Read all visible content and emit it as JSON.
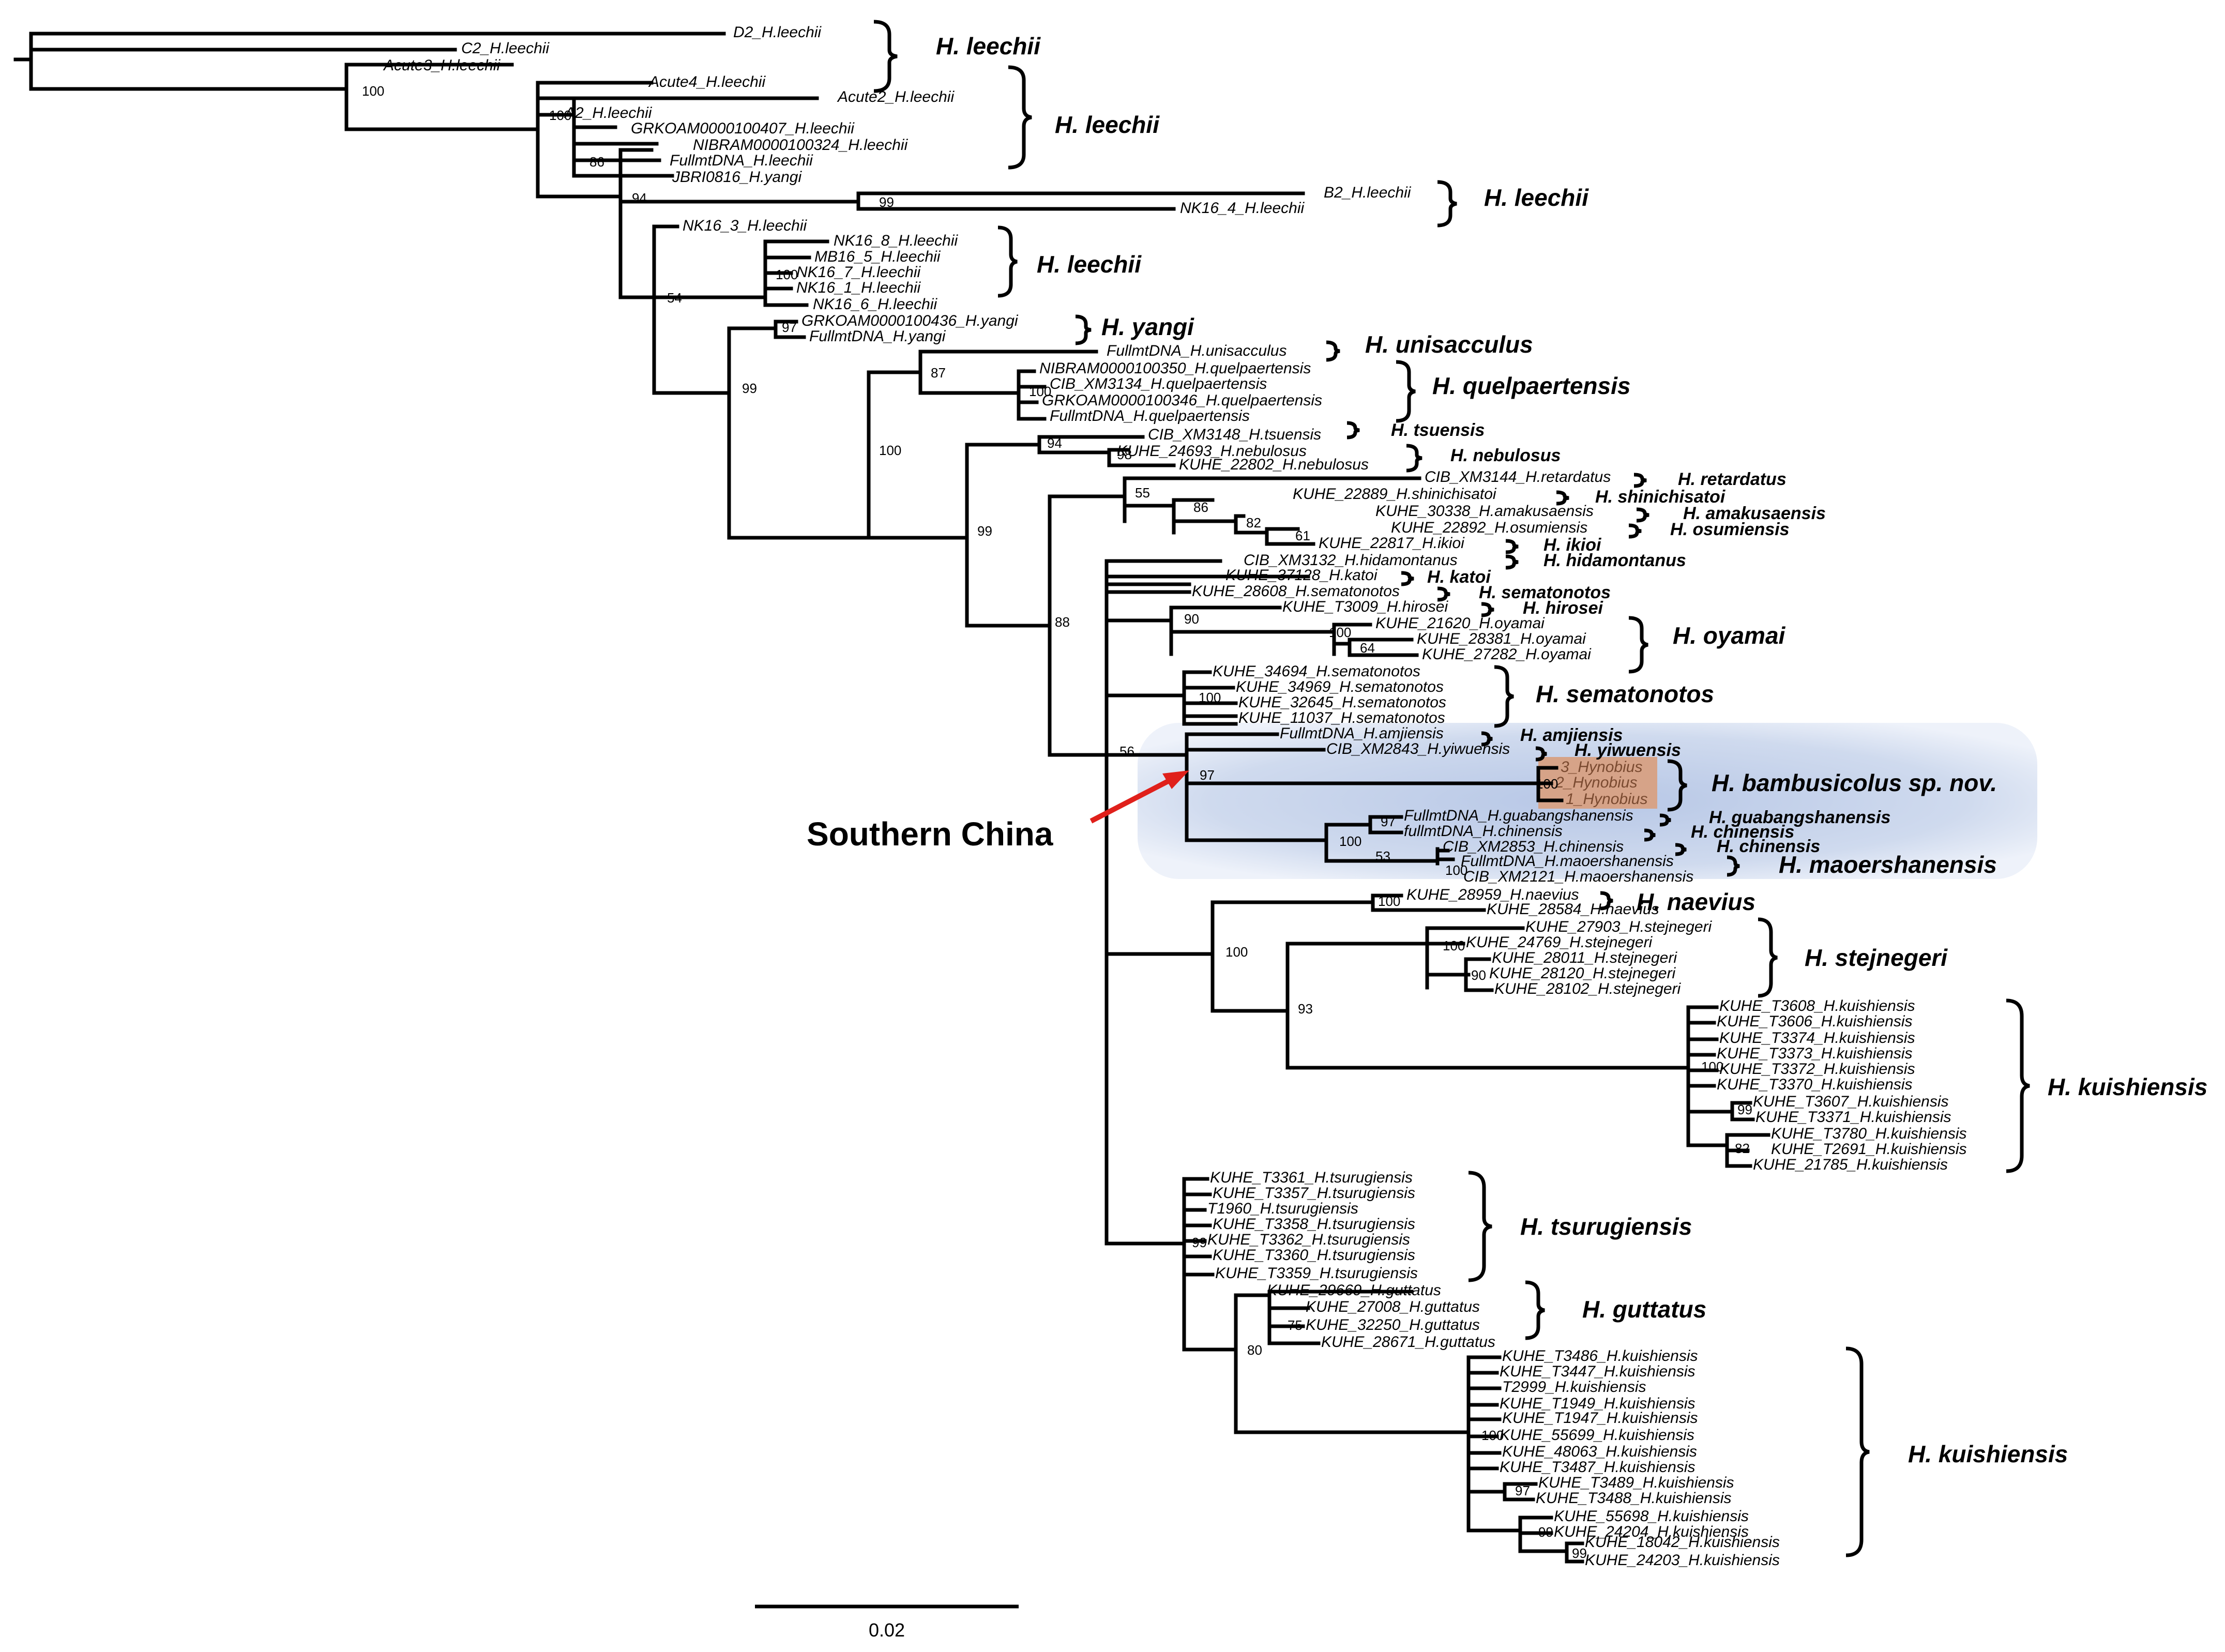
{
  "tips": [
    "D2_H.leechii",
    "C2_H.leechii",
    "Acute3_H.leechii",
    "Acute4_H.leechii",
    "Acute2_H.leechii",
    "A2_H.leechii",
    "GRKOAM0000100407_H.leechii",
    "NIBRAM0000100324_H.leechii",
    "FullmtDNA_H.leechii",
    "JBRI0816_H.yangi",
    "B2_H.leechii",
    "NK16_4_H.leechii",
    "NK16_3_H.leechii",
    "NK16_8_H.leechii",
    "MB16_5_H.leechii",
    "NK16_7_H.leechii",
    "NK16_1_H.leechii",
    "NK16_6_H.leechii",
    "GRKOAM0000100436_H.yangi",
    "FullmtDNA_H.yangi",
    "FullmtDNA_H.unisacculus",
    "NIBRAM0000100350_H.quelpaertensis",
    "CIB_XM3134_H.quelpaertensis",
    "GRKOAM0000100346_H.quelpaertensis",
    "FullmtDNA_H.quelpaertensis",
    "CIB_XM3148_H.tsuensis",
    "KUHE_24693_H.nebulosus",
    "KUHE_22802_H.nebulosus",
    "CIB_XM3144_H.retardatus",
    "KUHE_22889_H.shinichisatoi",
    "KUHE_30338_H.amakusaensis",
    "KUHE_22892_H.osumiensis",
    "KUHE_22817_H.ikioi",
    "CIB_XM3132_H.hidamontanus",
    "KUHE_37128_H.katoi",
    "KUHE_28608_H.sematonotos",
    "KUHE_T3009_H.hirosei",
    "KUHE_21620_H.oyamai",
    "KUHE_28381_H.oyamai",
    "KUHE_27282_H.oyamai",
    "KUHE_34694_H.sematonotos",
    "KUHE_34969_H.sematonotos",
    "KUHE_32645_H.sematonotos",
    "KUHE_11037_H.sematonotos",
    "FullmtDNA_H.amjiensis",
    "CIB_XM2843_H.yiwuensis",
    "3_Hynobius",
    "2_Hynobius",
    "1_Hynobius",
    "FullmtDNA_H.guabangshanensis",
    "fullmtDNA_H.chinensis",
    "CIB_XM2853_H.chinensis",
    "FullmtDNA_H.maoershanensis",
    "CIB_XM2121_H.maoershanensis",
    "KUHE_28959_H.naevius",
    "KUHE_28584_H.naevius",
    "KUHE_27903_H.stejnegeri",
    "KUHE_24769_H.stejnegeri",
    "KUHE_28011_H.stejnegeri",
    "KUHE_28120_H.stejnegeri",
    "KUHE_28102_H.stejnegeri",
    "KUHE_T3608_H.kuishiensis",
    "KUHE_T3606_H.kuishiensis",
    "KUHE_T3374_H.kuishiensis",
    "KUHE_T3373_H.kuishiensis",
    "KUHE_T3372_H.kuishiensis",
    "KUHE_T3370_H.kuishiensis",
    "KUHE_T3607_H.kuishiensis",
    "KUHE_T3371_H.kuishiensis",
    "KUHE_T3780_H.kuishiensis",
    "KUHE_T2691_H.kuishiensis",
    "KUHE_21785_H.kuishiensis",
    "KUHE_T3361_H.tsurugiensis",
    "KUHE_T3357_H.tsurugiensis",
    "T1960_H.tsurugiensis",
    "KUHE_T3358_H.tsurugiensis",
    "KUHE_T3362_H.tsurugiensis",
    "KUHE_T3360_H.tsurugiensis",
    "KUHE_T3359_H.tsurugiensis",
    "KUHE_29669_H.guttatus",
    "KUHE_27008_H.guttatus",
    "KUHE_32250_H.guttatus",
    "KUHE_28671_H.guttatus",
    "KUHE_T3486_H.kuishiensis",
    "KUHE_T3447_H.kuishiensis",
    "T2999_H.kuishiensis",
    "KUHE_T1949_H.kuishiensis",
    "KUHE_T1947_H.kuishiensis",
    "KUHE_55699_H.kuishiensis",
    "KUHE_48063_H.kuishiensis",
    "KUHE_T3487_H.kuishiensis",
    "KUHE_T3489_H.kuishiensis",
    "KUHE_T3488_H.kuishiensis",
    "KUHE_55698_H.kuishiensis",
    "KUHE_24204_H.kuishiensis",
    "KUHE_18042_H.kuishiensis",
    "KUHE_24203_H.kuishiensis"
  ],
  "supports": [
    "100",
    "100",
    "86",
    "94",
    "99",
    "54",
    "97",
    "100",
    "99",
    "87",
    "100",
    "100",
    "94",
    "98",
    "99",
    "88",
    "55",
    "86",
    "82",
    "61",
    "90",
    "100",
    "64",
    "100",
    "56",
    "97",
    "100",
    "97",
    "100",
    "53",
    "100",
    "100",
    "100",
    "100",
    "90",
    "93",
    "100",
    "99",
    "82",
    "99",
    "75",
    "80",
    "100",
    "97",
    "99",
    "99"
  ],
  "clades": [
    "H. leechii",
    "H. leechii",
    "H. leechii",
    "H. leechii",
    "H. yangi",
    "H. unisacculus",
    "H. quelpaertensis",
    "H. tsuensis",
    "H. nebulosus",
    "H. retardatus",
    "H. shinichisatoi",
    "H. amakusaensis",
    "H. osumiensis",
    "H. ikioi",
    "H. hidamontanus",
    "H. katoi",
    "H. sematonotos",
    "H. hirosei",
    "H. oyamai",
    "H. sematonotos",
    "H. amjiensis",
    "H. yiwuensis",
    "H. bambusicolus sp. nov.",
    "H. guabangshanensis",
    "H. chinensis",
    "H. chinensis",
    "H. maoershanensis",
    "H. naevius",
    "H. stejnegeri",
    "H. kuishiensis",
    "H. tsurugiensis",
    "H. guttatus",
    "H. kuishiensis"
  ],
  "region_label": "Southern China",
  "scale_bar": {
    "label": "0.02"
  },
  "colors": {
    "highlight_blue": "#c9d6ec",
    "highlight_orange": "#d9a68c",
    "arrow_red": "#e0201b"
  }
}
